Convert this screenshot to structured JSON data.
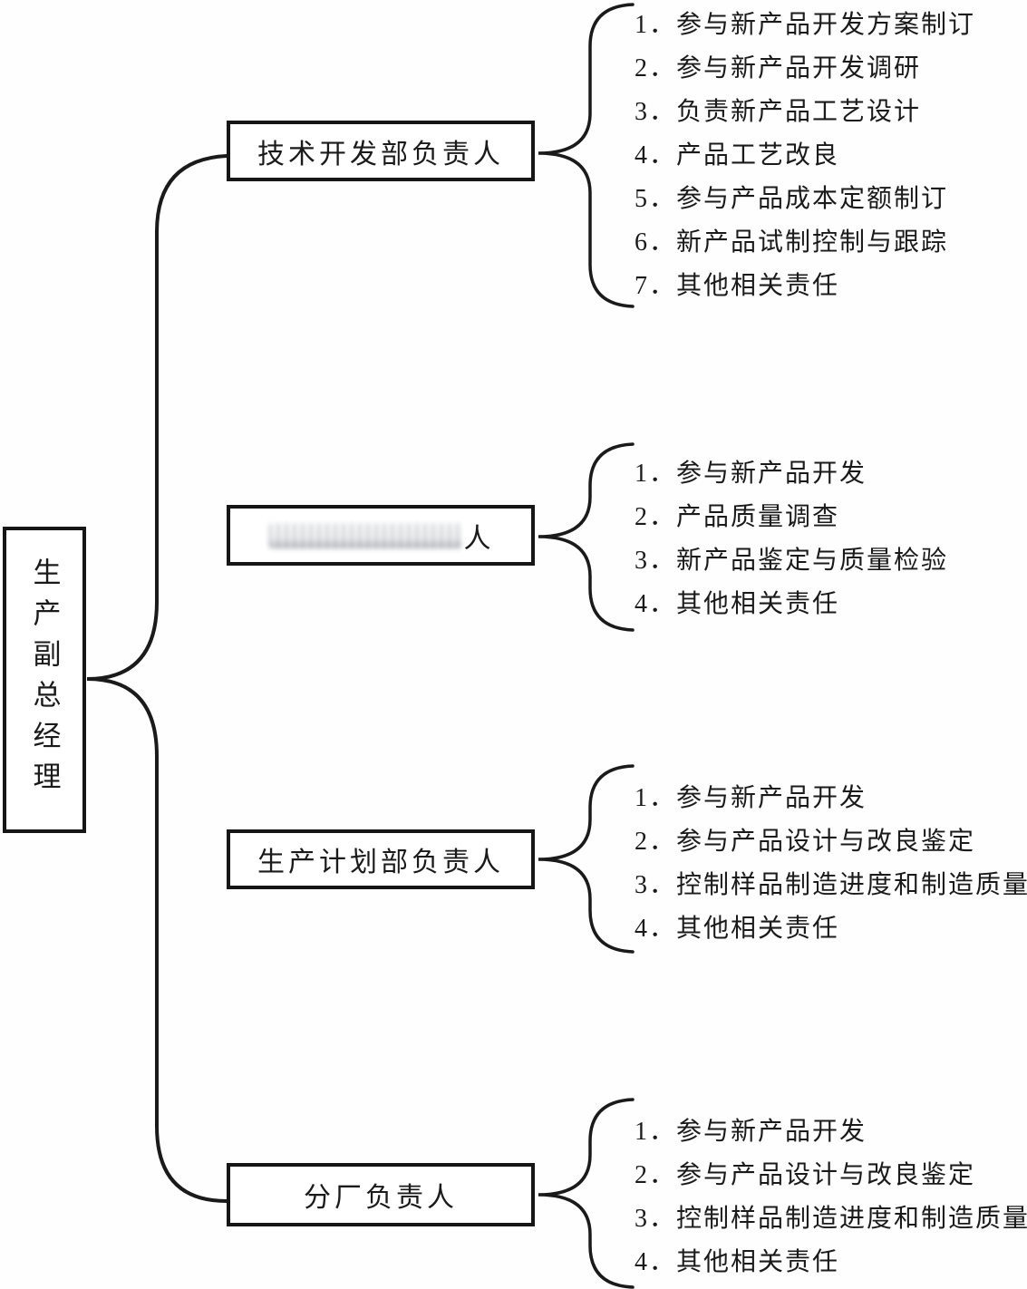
{
  "diagram": {
    "root": {
      "label": "生产副总经理"
    },
    "groups": [
      {
        "box_label": "技术开发部负责人",
        "items": [
          "1．参与新产品开发方案制订",
          "2．参与新产品开发调研",
          "3．负责新产品工艺设计",
          "4．产品工艺改良",
          "5．参与产品成本定额制订",
          "6．新产品试制控制与跟踪",
          "7．其他相关责任"
        ]
      },
      {
        "box_label_visible": "人",
        "box_label_obscured": true,
        "items": [
          "1．参与新产品开发",
          "2．产品质量调查",
          "3．新产品鉴定与质量检验",
          "4．其他相关责任"
        ]
      },
      {
        "box_label": "生产计划部负责人",
        "items": [
          "1．参与新产品开发",
          "2．参与产品设计与改良鉴定",
          "3．控制样品制造进度和制造质量",
          "4．其他相关责任"
        ]
      },
      {
        "box_label": "分厂负责人",
        "items": [
          "1．参与新产品开发",
          "2．参与产品设计与改良鉴定",
          "3．控制样品制造进度和制造质量",
          "4．其他相关责任"
        ]
      }
    ],
    "colors": {
      "line": "#1a1a1a",
      "box_border": "#161616",
      "background": "#ffffff"
    }
  }
}
